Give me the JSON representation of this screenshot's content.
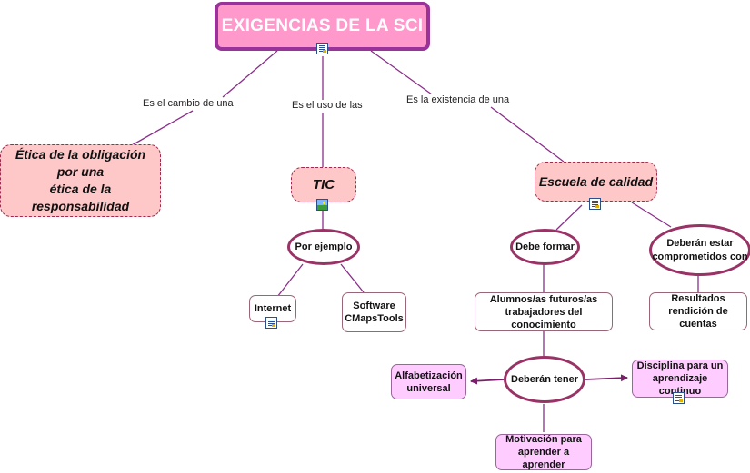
{
  "title": "EXIGENCIAS DE LA SCI",
  "links": {
    "cambio": "Es el cambio de una",
    "uso": "Es el uso de las",
    "existencia": "Es la existencia de una"
  },
  "nodes": {
    "etica_1": "Ética de la obligación",
    "etica_2": "por una",
    "etica_3": "ética de la responsabilidad",
    "tic": "TIC",
    "escuela": "Escuela de calidad",
    "por_ejemplo": "Por ejemplo",
    "internet": "Internet",
    "software_1": "Software",
    "software_2": "CMapsTools",
    "debe_formar": "Debe formar",
    "comprometidos_1": "Deberán estar",
    "comprometidos_2": "comprometidos con",
    "alumnos_1": "Alumnos/as futuros/as",
    "alumnos_2": "trabajadores del conocimiento",
    "resultados_1": "Resultados",
    "resultados_2": "rendición de cuentas",
    "deberan_tener": "Deberán tener",
    "alfabetizacion_1": "Alfabetización",
    "alfabetizacion_2": "universal",
    "disciplina_1": "Disciplina para un",
    "disciplina_2": "aprendizaje continuo",
    "motivacion_1": "Motivación para",
    "motivacion_2": "aprender a aprender"
  },
  "icons": [
    "document-icon",
    "image-icon"
  ],
  "colors": {
    "title_fill": "#ff99cc",
    "title_border": "#993399",
    "concept_fill": "#ffc8c8",
    "ellipse_border": "#993366",
    "leaf_fill": "#ffccff",
    "connector": "#993399"
  }
}
